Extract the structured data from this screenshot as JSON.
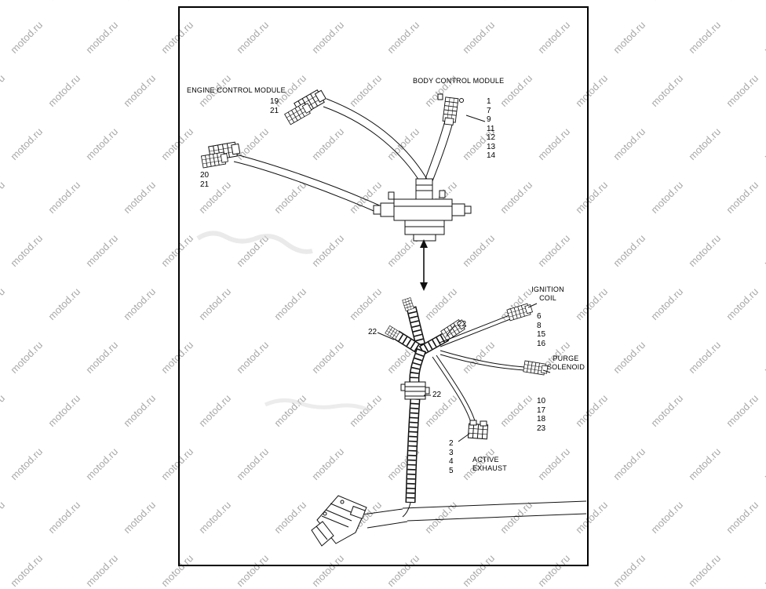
{
  "watermark": {
    "text": "motod.ru"
  },
  "diagram": {
    "engine_control_module": {
      "label": "ENGINE CONTROL MODULE",
      "callouts_top": [
        "19",
        "21"
      ],
      "callouts_left": [
        "20",
        "21"
      ]
    },
    "body_control_module": {
      "label": "BODY CONTROL MODULE",
      "callouts": [
        "1",
        "7",
        "9",
        "11",
        "12",
        "13",
        "14"
      ]
    },
    "ignition_coil": {
      "label": "IGNITION\nCOIL",
      "callouts": [
        "6",
        "8",
        "15",
        "16"
      ]
    },
    "purge_solenoid": {
      "label": "PURGE\nSOLENOID",
      "callouts": [
        "10",
        "17",
        "18",
        "23"
      ]
    },
    "active_exhaust": {
      "label": "ACTIVE\nEXHAUST",
      "callouts": [
        "2",
        "3",
        "4",
        "5"
      ]
    },
    "clips": {
      "upper_right": "22",
      "upper_left": "22",
      "lower": "22"
    }
  }
}
